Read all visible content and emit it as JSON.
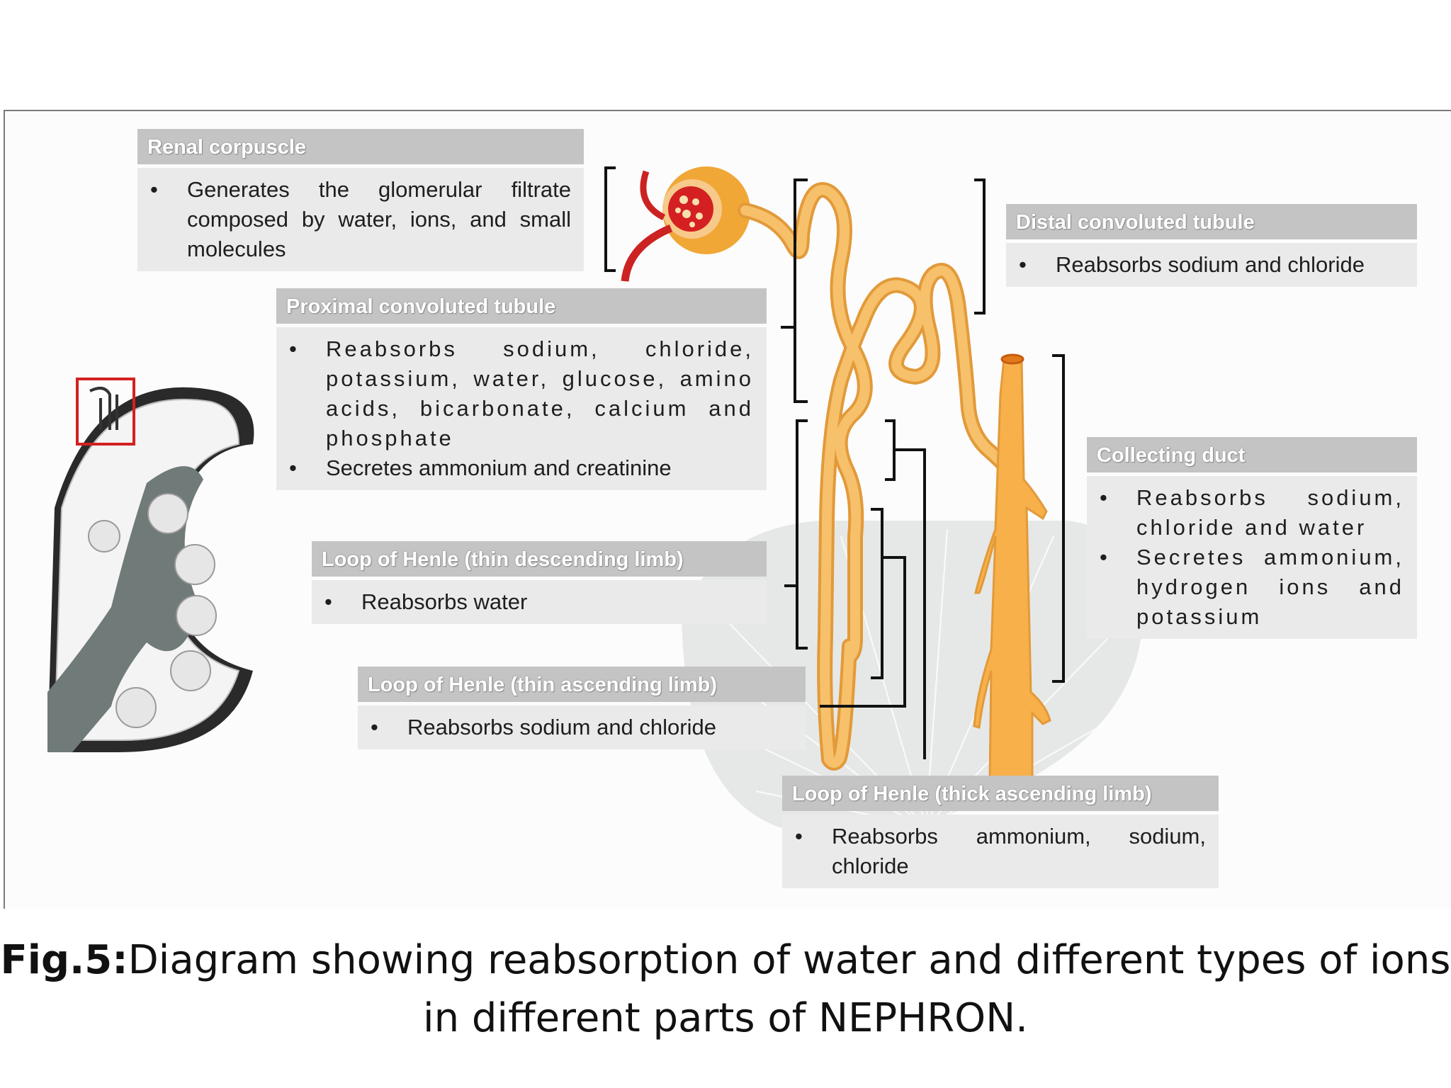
{
  "boxes": {
    "renal_corpuscle": {
      "title": "Renal corpuscle",
      "items": [
        "Generates the glomerular filtrate composed by water, ions, and small molecules"
      ]
    },
    "proximal_tubule": {
      "title": "Proximal convoluted tubule",
      "items": [
        "Reabsorbs sodium, chloride, potassium, water, glucose, amino acids, bicarbonate, calcium and phosphate",
        "Secretes ammonium and creatinine"
      ]
    },
    "henle_thin_descending": {
      "title": "Loop of Henle (thin descending limb)",
      "items": [
        "Reabsorbs water"
      ]
    },
    "henle_thin_ascending": {
      "title": "Loop of Henle (thin  ascending limb)",
      "items": [
        "Reabsorbs sodium and chloride"
      ]
    },
    "henle_thick_ascending": {
      "title": "Loop of Henle (thick ascending limb)",
      "items": [
        "Reabsorbs ammonium, sodium, chloride"
      ]
    },
    "distal_tubule": {
      "title": "Distal convoluted tubule",
      "items": [
        "Reabsorbs sodium and chloride"
      ]
    },
    "collecting_duct": {
      "title": "Collecting duct",
      "items": [
        "Reabsorbs sodium, chloride and water",
        "Secretes ammonium, hydrogen ions and potassium"
      ]
    }
  },
  "caption": {
    "label": "Fig.5:",
    "text": "Diagram showing reabsorption of water and different types of ions in different parts of NEPHRON."
  },
  "colors": {
    "tubule": "#f7c06a",
    "tubule_outline": "#e29a3a",
    "glomerulus": "#cc2222",
    "kidney_dark": "#2a2a2a",
    "kidney_pelvis": "#6f7a79",
    "header_bg": "#c4c4c4",
    "body_bg": "#eaeaea",
    "highlight": "#d42020"
  }
}
